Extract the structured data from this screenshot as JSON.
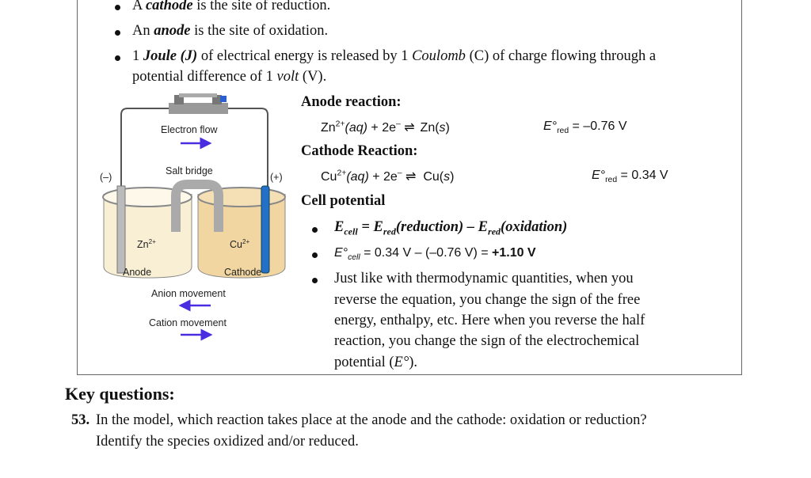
{
  "bullets_top": [
    {
      "pre": "A ",
      "term": "cathode",
      "post": " is the site of reduction."
    },
    {
      "pre": "An ",
      "term": "anode",
      "post": " is the site of oxidation."
    },
    {
      "pre": "1 ",
      "term": "Joule (J)",
      "post": " of electrical energy is released by 1 ",
      "term2": "Coulomb",
      "post2": " (C) of charge flowing through a",
      "line2_pre": "potential difference of 1 ",
      "term3": "volt",
      "line2_post": " (V)."
    }
  ],
  "diagram": {
    "electron_flow": "Electron flow",
    "salt_bridge": "Salt bridge",
    "minus": "(–)",
    "plus": "(+)",
    "zn_ion": "Zn",
    "zn_charge": "2+",
    "cu_ion": "Cu",
    "cu_charge": "2+",
    "anode": "Anode",
    "cathode": "Cathode",
    "anion_movement": "Anion movement",
    "cation_movement": "Cation movement",
    "arrow_color": "#4a2de0"
  },
  "anode_heading": "Anode reaction:",
  "anode_eq": {
    "lhs": "Zn",
    "charge": "2+",
    "state": "(aq)",
    "plus": " + 2e",
    "e": "–",
    "rhs": "Zn(",
    "s": "s",
    ")": ")",
    "E": "E°",
    "sub": "red",
    "val": " = –0.76 V"
  },
  "cathode_heading": "Cathode Reaction:",
  "cathode_eq": {
    "lhs": "Cu",
    "charge": "2+",
    "state": "(aq)",
    "plus": " + 2e",
    "e": "–",
    "rhs": "Cu(",
    "s": "s",
    "E": "E°",
    "sub": "red",
    "val": " = 0.34 V"
  },
  "cell_heading": "Cell potential",
  "cell_bullets": {
    "formula": {
      "E": "E",
      "cell": "cell",
      "eq": " = ",
      "Ered": "E",
      "red": "red",
      "red_arg": "(reduction) – ",
      "ox_arg": "(oxidation)"
    },
    "calc": {
      "E": "E°",
      "cell": "cell",
      "text": " = 0.34 V – (–0.76 V) = ",
      "result": "+1.10 V"
    },
    "note_lines": [
      "Just like with thermodynamic quantities, when you",
      "reverse the equation, you change the sign of the free",
      "energy, enthalpy, etc.  Here when you reverse the half",
      "reaction, you change the sign of the electrochemical"
    ],
    "note_last_pre": "potential (",
    "note_last_E": "E°",
    "note_last_post": ")."
  },
  "key_questions": "Key questions:",
  "q53": {
    "num": "53.",
    "line1": "In the model, which reaction takes place at the anode and the cathode: oxidation or reduction?",
    "line2": "Identify the species oxidized and/or reduced."
  }
}
